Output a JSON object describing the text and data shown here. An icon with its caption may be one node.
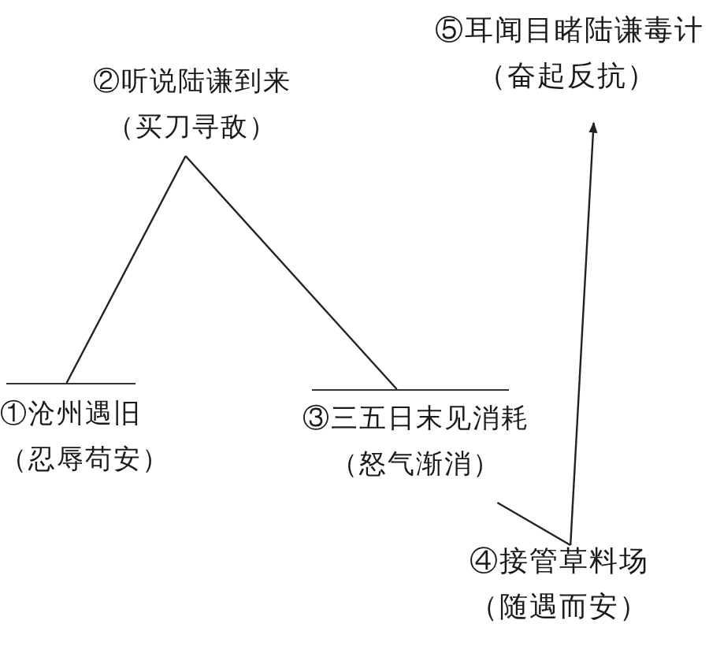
{
  "diagram": {
    "nodes": [
      {
        "text": [
          "①沧州遇旧",
          "（忍辱苟安）"
        ]
      },
      {
        "text": [
          "②听说陆谦到来",
          "（买刀寻敌）"
        ]
      },
      {
        "text": [
          "③三五日末见消耗",
          "（怒气渐消）"
        ]
      },
      {
        "text": [
          "④接管草料场",
          "（随遇而安）"
        ]
      },
      {
        "text": [
          "⑤耳闻目睹陆谦毒计",
          "（奋起反抗）"
        ]
      }
    ],
    "edges": [
      {
        "from": 0,
        "to": 1,
        "arrow": "none"
      },
      {
        "from": 1,
        "to": 2,
        "arrow": "none"
      },
      {
        "from": 2,
        "to": 3,
        "arrow": "none"
      },
      {
        "from": 3,
        "to": 4,
        "arrow": "to"
      }
    ]
  }
}
